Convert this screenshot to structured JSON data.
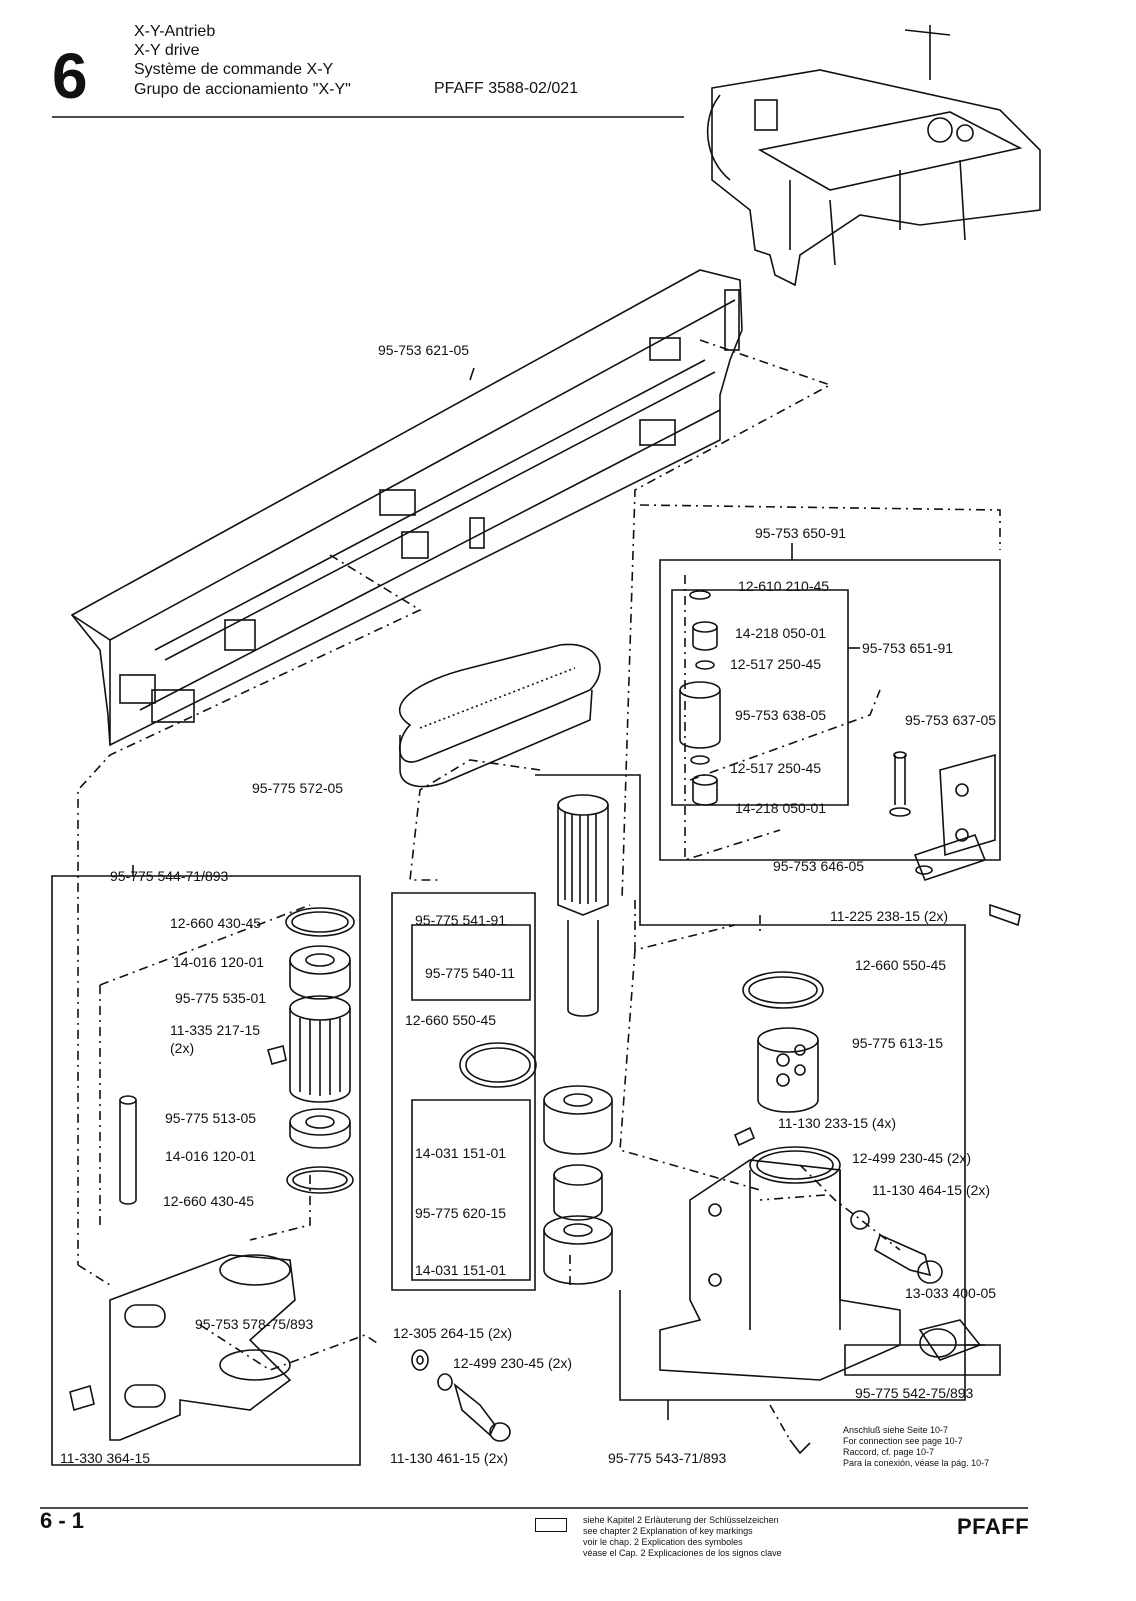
{
  "header": {
    "chapter": "6",
    "titles": [
      "X-Y-Antrieb",
      "X-Y drive",
      "Système de commande X-Y",
      "Grupo de accionamiento \"X-Y\""
    ],
    "model": "PFAFF 3588-02/021"
  },
  "parts": {
    "p1": "95-753 621-05",
    "p2": "95-753 650-91",
    "p3": "12-610 210-45",
    "p4": "14-218 050-01",
    "p5": "95-753 651-91",
    "p6": "12-517 250-45",
    "p7": "95-753 638-05",
    "p8": "95-753 637-05",
    "p9": "12-517 250-45",
    "p10": "14-218 050-01",
    "p11": "95-775 572-05",
    "p12": "95-753 646-05",
    "p13": "95-775 544-71/893",
    "p14": "11-225 238-15 (2x)",
    "p15": "12-660 430-45",
    "p16": "95-775 541-91",
    "p17": "14-016 120-01",
    "p18": "95-775 540-11",
    "p19": "12-660 550-45",
    "p20": "95-775 535-01",
    "p21": "11-335 217-15",
    "p21b": "(2x)",
    "p22": "12-660 550-45",
    "p23": "95-775 613-15",
    "p24": "95-775 513-05",
    "p25": "11-130 233-15 (4x)",
    "p26": "14-031 151-01",
    "p27": "14-016 120-01",
    "p28": "12-499 230-45 (2x)",
    "p29": "12-660 430-45",
    "p30": "11-130 464-15 (2x)",
    "p31": "95-775 620-15",
    "p32": "14-031 151-01",
    "p33": "13-033 400-05",
    "p34": "95-753 578-75/893",
    "p35": "12-305 264-15 (2x)",
    "p36": "12-499 230-45 (2x)",
    "p37": "95-775 542-75/893",
    "p38": "11-330 364-15",
    "p39": "11-130 461-15 (2x)",
    "p40": "95-775 543-71/893"
  },
  "connection_note": [
    "Anschluß siehe Seite 10-7",
    "For connection see page 10-7",
    "Raccord, cf. page 10-7",
    "Para la conexión, véase la pág. 10-7"
  ],
  "footer": {
    "page": "6 - 1",
    "key_note": [
      "siehe Kapitel 2 Erläuterung der Schlüsselzeichen",
      "see chapter 2 Explanation of key markings",
      "voir le chap. 2 Explication des symboles",
      "véase el Cap. 2 Explicaciones de los signos clave"
    ],
    "brand": "PFAFF"
  }
}
